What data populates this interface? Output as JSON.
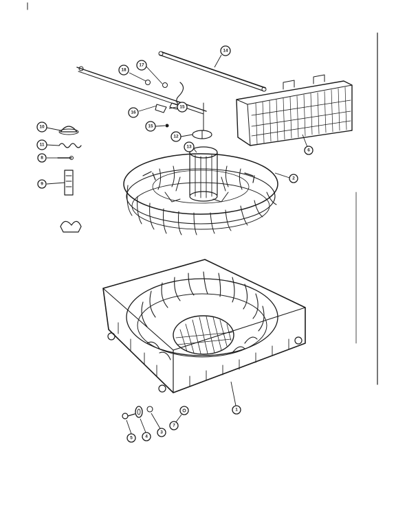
{
  "diagram": {
    "callouts": [
      {
        "id": "c14",
        "label": "14"
      },
      {
        "id": "c18",
        "label": "18"
      },
      {
        "id": "c17",
        "label": "17"
      },
      {
        "id": "c16",
        "label": "16"
      },
      {
        "id": "c15a",
        "label": "15"
      },
      {
        "id": "c15b",
        "label": "15"
      },
      {
        "id": "c12",
        "label": "12"
      },
      {
        "id": "c13",
        "label": "13"
      },
      {
        "id": "c6",
        "label": "6"
      },
      {
        "id": "c2",
        "label": "2"
      },
      {
        "id": "c10",
        "label": "10"
      },
      {
        "id": "c11",
        "label": "11"
      },
      {
        "id": "c8",
        "label": "8"
      },
      {
        "id": "c9",
        "label": "9"
      },
      {
        "id": "c1",
        "label": "1"
      },
      {
        "id": "c5",
        "label": "5"
      },
      {
        "id": "c4",
        "label": "4"
      },
      {
        "id": "c3",
        "label": "3"
      },
      {
        "id": "c7",
        "label": "7"
      }
    ]
  }
}
